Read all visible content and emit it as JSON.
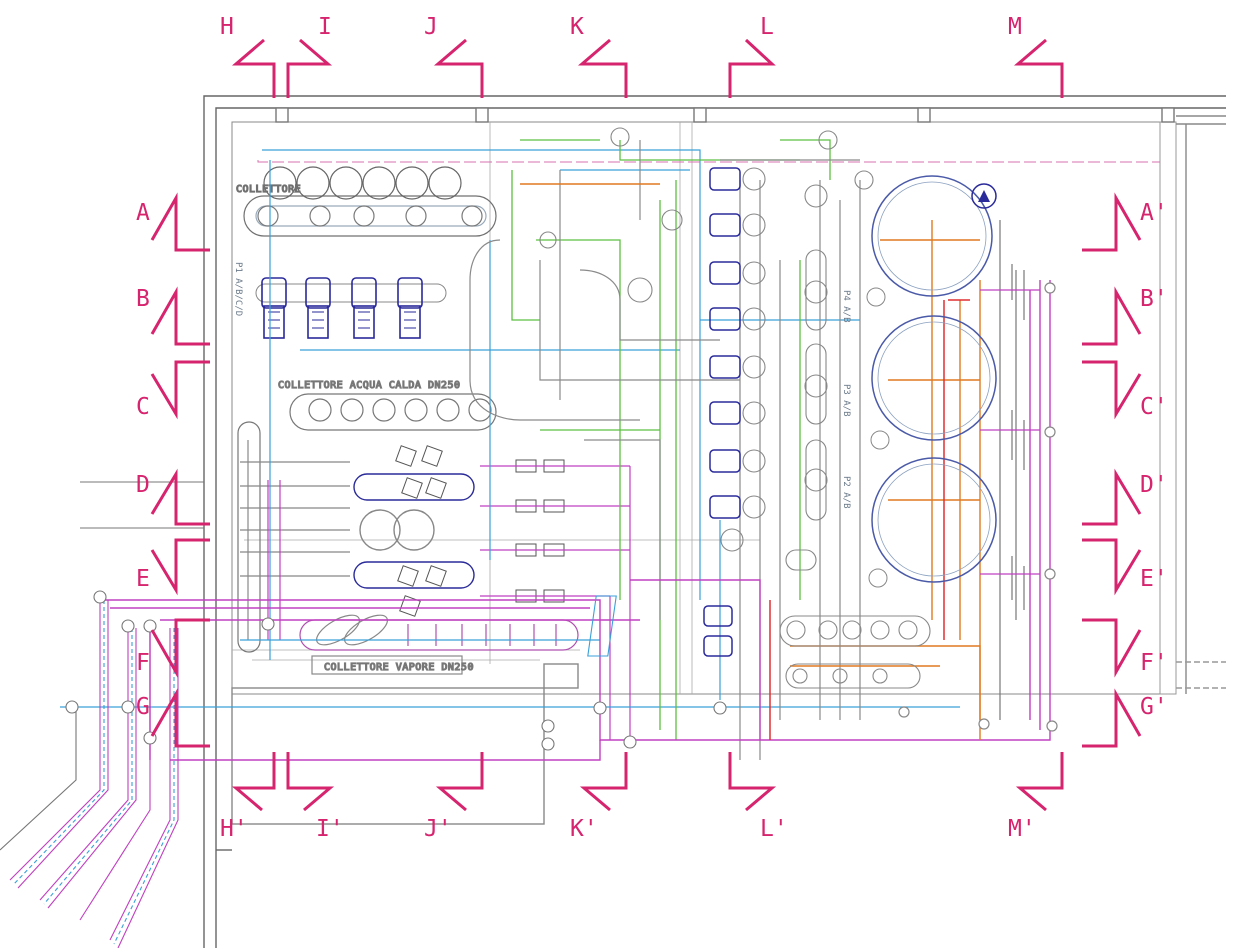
{
  "colors": {
    "section_marker": "#d6246e",
    "wall": "#666666",
    "steam": "#c040c0",
    "water_blue": "#3aa0d8",
    "water_green": "#5cc040",
    "pump": "#2a2a9a",
    "orange": "#e07a20",
    "red": "#e03030",
    "grey_pipe": "#8a8a8a"
  },
  "sections": {
    "top": [
      {
        "id": "H",
        "label": "H"
      },
      {
        "id": "I",
        "label": "I"
      },
      {
        "id": "J",
        "label": "J"
      },
      {
        "id": "K",
        "label": "K"
      },
      {
        "id": "L",
        "label": "L"
      },
      {
        "id": "M",
        "label": "M"
      }
    ],
    "bottom": [
      {
        "id": "H'",
        "label": "H'"
      },
      {
        "id": "I'",
        "label": "I'"
      },
      {
        "id": "J'",
        "label": "J'"
      },
      {
        "id": "K'",
        "label": "K'"
      },
      {
        "id": "L'",
        "label": "L'"
      },
      {
        "id": "M'",
        "label": "M'"
      }
    ],
    "left": [
      {
        "id": "A",
        "label": "A"
      },
      {
        "id": "B",
        "label": "B"
      },
      {
        "id": "C",
        "label": "C"
      },
      {
        "id": "D",
        "label": "D"
      },
      {
        "id": "E",
        "label": "E"
      },
      {
        "id": "F",
        "label": "F"
      },
      {
        "id": "G",
        "label": "G"
      }
    ],
    "right": [
      {
        "id": "A'",
        "label": "A'"
      },
      {
        "id": "B'",
        "label": "B'"
      },
      {
        "id": "C'",
        "label": "C'"
      },
      {
        "id": "D'",
        "label": "D'"
      },
      {
        "id": "E'",
        "label": "E'"
      },
      {
        "id": "F'",
        "label": "F'"
      },
      {
        "id": "G'",
        "label": "G'"
      }
    ]
  },
  "notes": {
    "collector_top": "COLLETTORE",
    "collector_hot_water": "COLLETTORE ACQUA CALDA DN250",
    "collector_steam": "COLLETTORE VAPORE DN250",
    "vertical_label_left": "P1 A/B/C/D",
    "vertical_label_p4": "P4 A/B",
    "vertical_label_p3": "P3 A/B",
    "vertical_label_p2": "P2 A/B"
  }
}
